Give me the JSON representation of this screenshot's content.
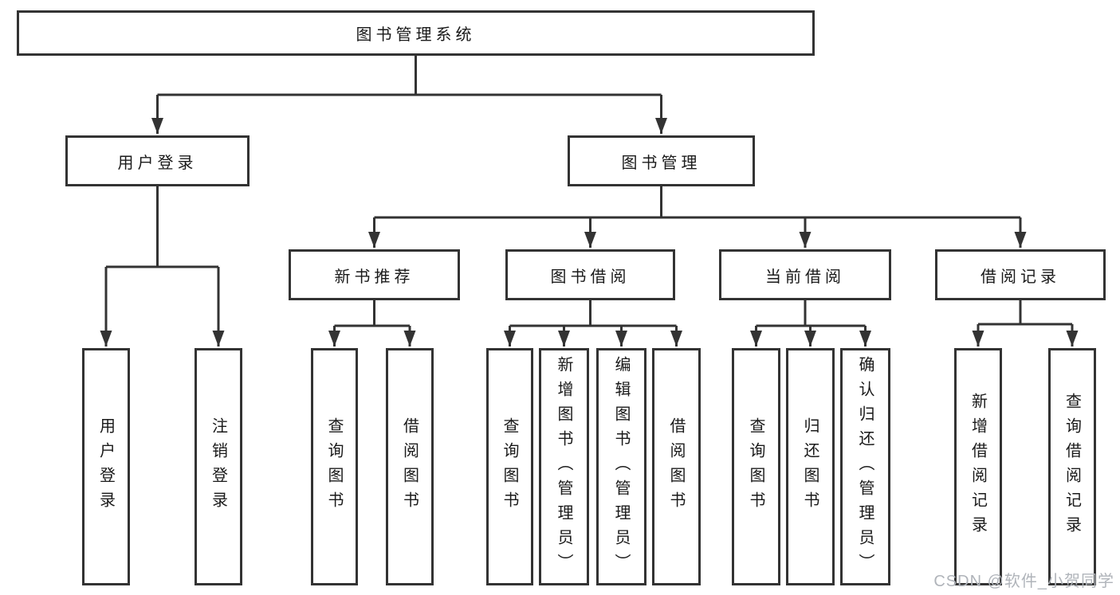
{
  "diagram": {
    "root": {
      "label": "图书管理系统"
    },
    "level1": [
      {
        "label": "用户登录"
      },
      {
        "label": "图书管理"
      }
    ],
    "level2": [
      {
        "label": "新书推荐"
      },
      {
        "label": "图书借阅"
      },
      {
        "label": "当前借阅"
      },
      {
        "label": "借阅记录"
      }
    ],
    "leaves": {
      "user_login": [
        {
          "label": "用户登录"
        },
        {
          "label": "注销登录"
        }
      ],
      "new_book": [
        {
          "label": "查询图书"
        },
        {
          "label": "借阅图书"
        }
      ],
      "book_borrow": [
        {
          "label": "查询图书"
        },
        {
          "label": "新增图书（管理员）"
        },
        {
          "label": "编辑图书（管理员）"
        },
        {
          "label": "借阅图书"
        }
      ],
      "current_borrow": [
        {
          "label": "查询图书"
        },
        {
          "label": "归还图书"
        },
        {
          "label": "确认归还（管理员）"
        }
      ],
      "borrow_record": [
        {
          "label": "新增借阅记录"
        },
        {
          "label": "查询借阅记录"
        }
      ]
    },
    "colors": {
      "line": "#333333",
      "box_border": "#333333",
      "text": "#1a1a1a",
      "watermark": "#b0b4ba",
      "background": "#ffffff"
    },
    "watermark": "CSDN @软件_小贺同学"
  }
}
